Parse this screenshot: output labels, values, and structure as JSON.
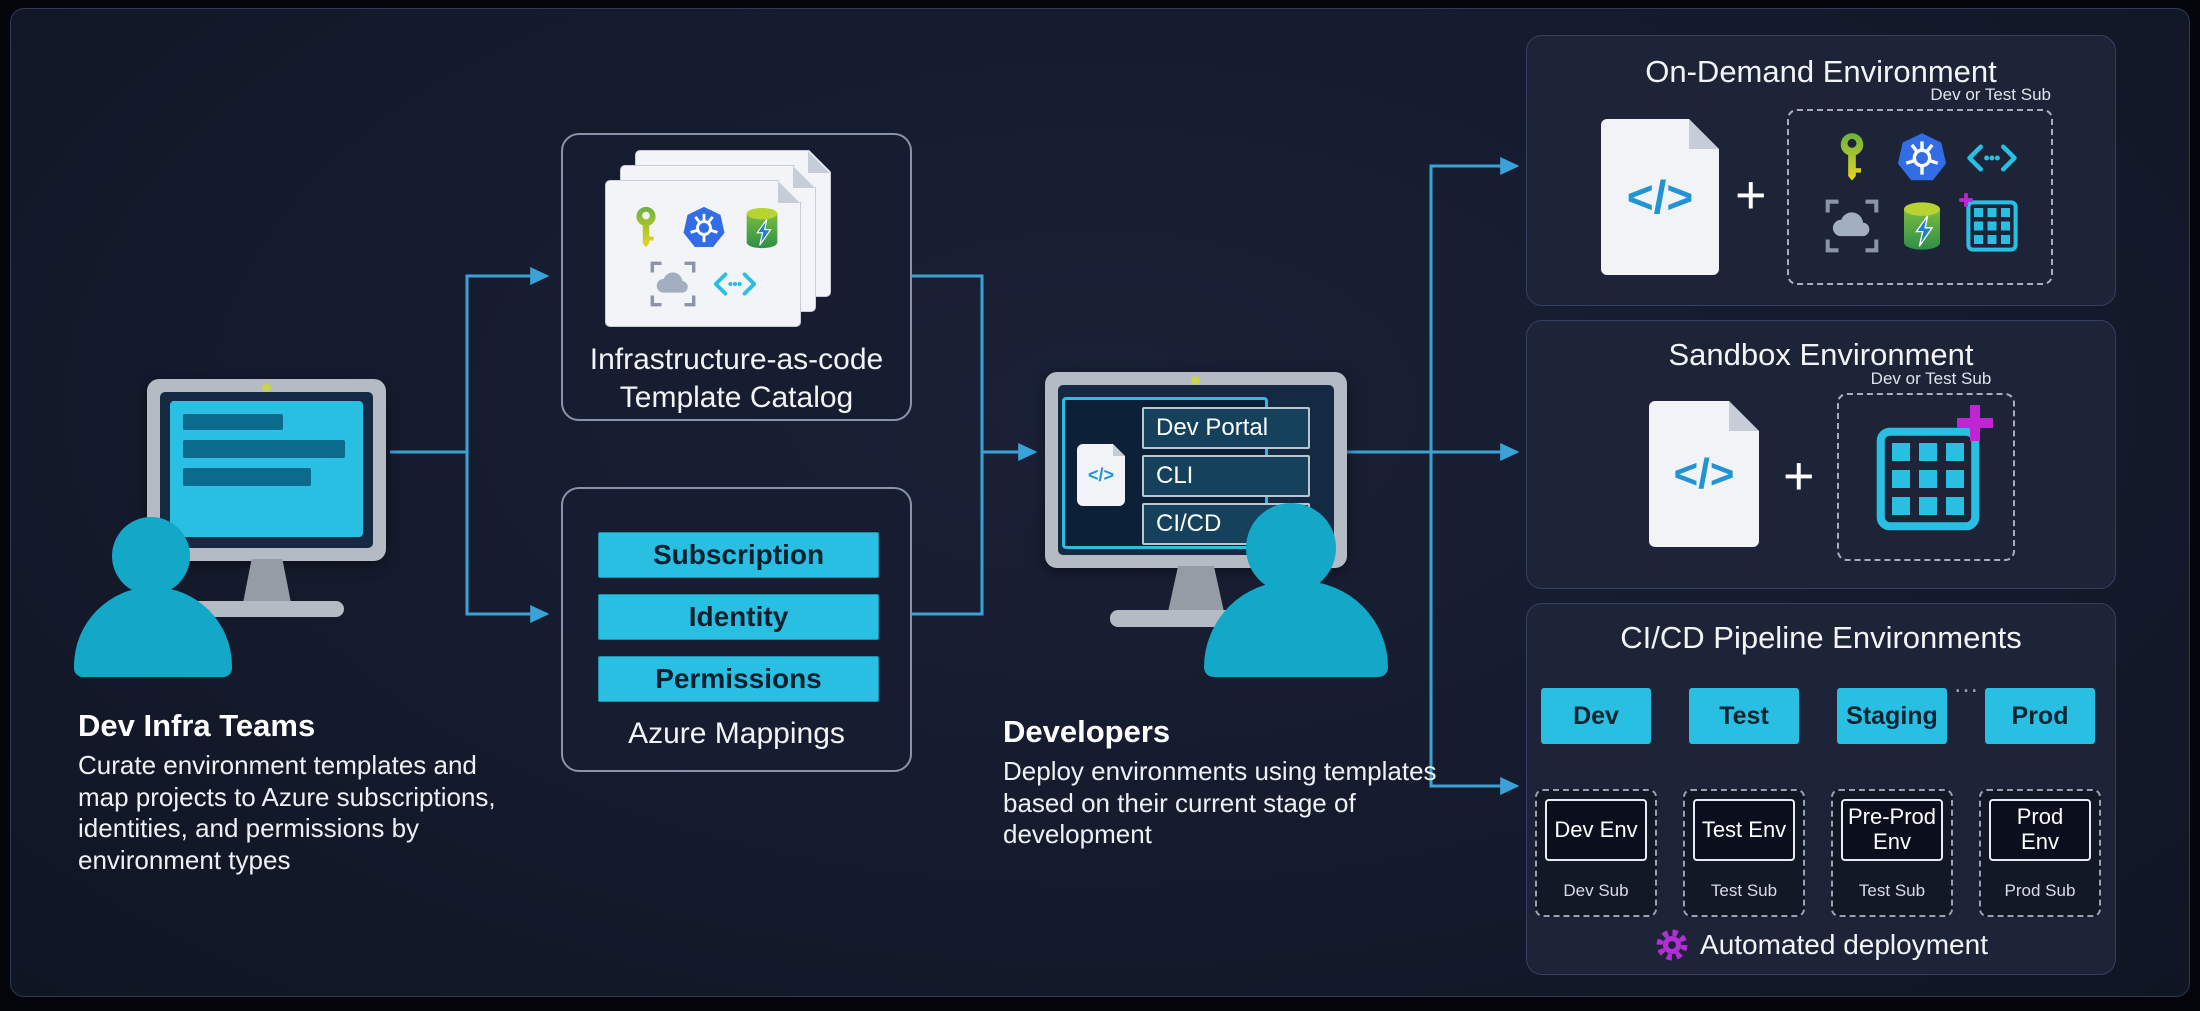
{
  "colors": {
    "background": "#151b2d",
    "panel": "#1d2438",
    "accent_cyan": "#29bfe2",
    "arrow_blue": "#3aa2d6",
    "magenta": "#c024d4",
    "person_teal": "#13a7c8"
  },
  "dev_infra": {
    "title": "Dev Infra Teams",
    "description": "Curate environment templates and map projects to Azure subscriptions, identities, and permissions by environment types"
  },
  "catalog": {
    "title_line1": "Infrastructure-as-code",
    "title_line2": "Template Catalog"
  },
  "mappings": {
    "title": "Azure Mappings",
    "items": [
      "Subscription",
      "Identity",
      "Permissions"
    ]
  },
  "developers": {
    "title": "Developers",
    "description": "Deploy environments using templates based on their current stage of development",
    "menu": [
      "Dev Portal",
      "CLI",
      "CI/CD"
    ],
    "code_glyph": "</>"
  },
  "on_demand": {
    "title": "On-Demand Environment",
    "sub_label": "Dev or Test Sub",
    "plus": "+",
    "code_glyph": "</>"
  },
  "sandbox": {
    "title": "Sandbox Environment",
    "sub_label": "Dev or Test Sub",
    "plus": "+",
    "code_glyph": "</>"
  },
  "pipeline": {
    "title": "CI/CD Pipeline Environments",
    "ellipsis": "…",
    "stages": [
      {
        "name": "Dev",
        "env": "Dev Env",
        "sub": "Dev Sub"
      },
      {
        "name": "Test",
        "env": "Test Env",
        "sub": "Test Sub"
      },
      {
        "name": "Staging",
        "env": "Pre-Prod Env",
        "sub": "Test Sub"
      },
      {
        "name": "Prod",
        "env": "Prod Env",
        "sub": "Prod Sub"
      }
    ],
    "footer": "Automated deployment"
  }
}
